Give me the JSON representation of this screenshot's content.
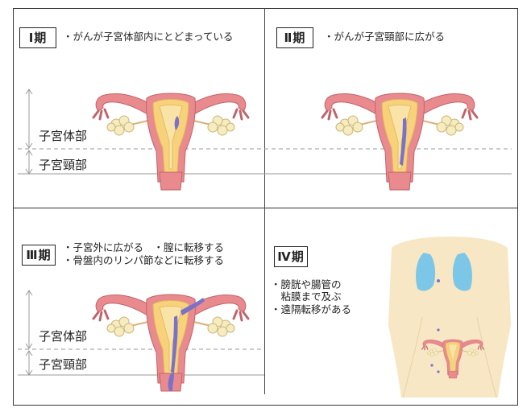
{
  "stages": [
    {
      "title": "Ⅰ期",
      "lines": [
        "・がんが子宮体部内にとどまっている"
      ]
    },
    {
      "title": "Ⅱ期",
      "lines": [
        "・がんが子宮頸部に広がる"
      ]
    },
    {
      "title": "Ⅲ期",
      "lines": [
        "・子宮外に広がる　・膣に転移する",
        "・骨盤内のリンパ節などに転移する"
      ]
    },
    {
      "title": "Ⅳ期",
      "lines": [
        "・膀胱や腸管の",
        "　粘膜まで及ぶ",
        "・遠隔転移がある"
      ]
    }
  ],
  "labels": {
    "body": "子宮体部",
    "cervix": "子宮頸部"
  },
  "colors": {
    "uterus_outer": "#e98a8e",
    "uterus_inner": "#f7d27b",
    "ovary": "#f6ecc0",
    "tumor": "#7a72c8",
    "lung": "#7cc6e8",
    "skin": "#f8e7c4"
  }
}
